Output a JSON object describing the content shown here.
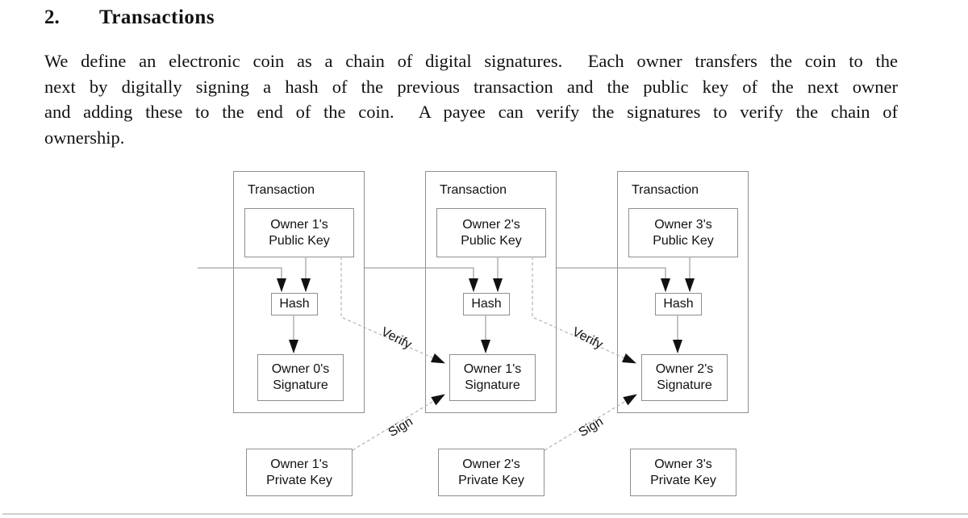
{
  "heading": {
    "number": "2.",
    "title": "Transactions"
  },
  "paragraph": {
    "lines": [
      "We define an electronic coin as a chain of digital signatures.  Each owner transfers the coin to the",
      "next by digitally signing a hash of the previous transaction and the public key of the next owner",
      "and adding these to the end of the coin.  A payee can verify the signatures to verify the chain of",
      "ownership."
    ]
  },
  "diagram": {
    "transaction_label": "Transaction",
    "hash_label": "Hash",
    "verify_label": "Verify",
    "sign_label": "Sign",
    "columns": [
      {
        "public_key": {
          "line1": "Owner 1's",
          "line2": "Public Key"
        },
        "signature": {
          "line1": "Owner 0's",
          "line2": "Signature"
        },
        "private_key": {
          "line1": "Owner 1's",
          "line2": "Private Key"
        }
      },
      {
        "public_key": {
          "line1": "Owner 2's",
          "line2": "Public Key"
        },
        "signature": {
          "line1": "Owner 1's",
          "line2": "Signature"
        },
        "private_key": {
          "line1": "Owner 2's",
          "line2": "Private Key"
        }
      },
      {
        "public_key": {
          "line1": "Owner 3's",
          "line2": "Public Key"
        },
        "signature": {
          "line1": "Owner 2's",
          "line2": "Signature"
        },
        "private_key": {
          "line1": "Owner 3's",
          "line2": "Private Key"
        }
      }
    ],
    "colors": {
      "box_border": "#8f8f8f",
      "solid_line": "#a3a3a3",
      "dashed_line": "#b5b5b5",
      "arrowhead": "#111111",
      "text": "#111111",
      "page_background": "#ffffff",
      "bottom_rule": "#cfcfcf"
    }
  }
}
